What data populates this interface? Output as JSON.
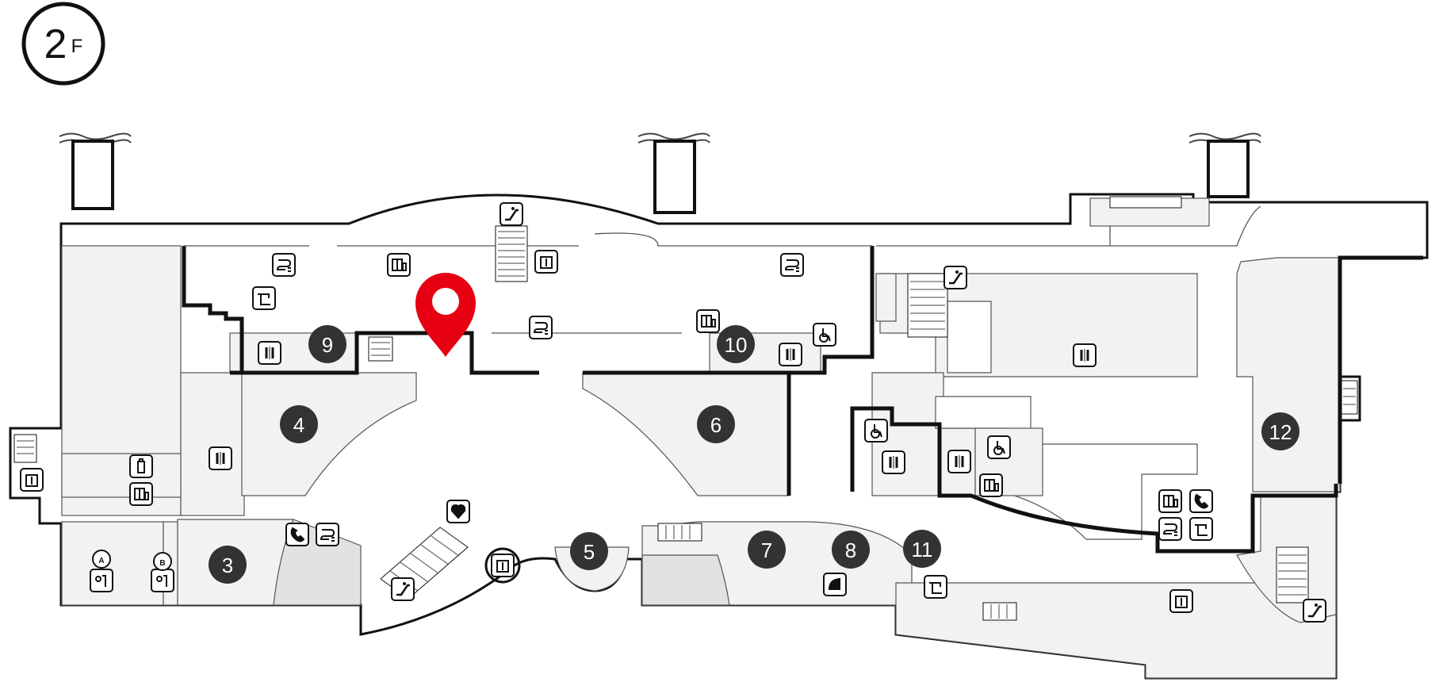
{
  "floor": {
    "main": "2",
    "suffix": "F"
  },
  "colors": {
    "wall": "#111111",
    "room_fill": "#f2f2f2",
    "dark_fill": "#e2e2e2",
    "badge": "#333333",
    "pin": "#e60012",
    "line": "#555555"
  },
  "areas": [
    {
      "label": "3"
    },
    {
      "label": "4"
    },
    {
      "label": "5"
    },
    {
      "label": "6"
    },
    {
      "label": "7"
    },
    {
      "label": "8"
    },
    {
      "label": "9"
    },
    {
      "label": "10"
    },
    {
      "label": "11"
    },
    {
      "label": "12"
    }
  ],
  "pois": {
    "a": "A",
    "b": "B"
  },
  "icon_names": [
    "escalator-icon",
    "elevator-icon",
    "restroom-icon",
    "wheelchair-icon",
    "locker-icon",
    "charging-icon",
    "telephone-icon",
    "aed-icon",
    "water-fountain-icon",
    "baby-room-icon",
    "current-location-pin-icon"
  ]
}
